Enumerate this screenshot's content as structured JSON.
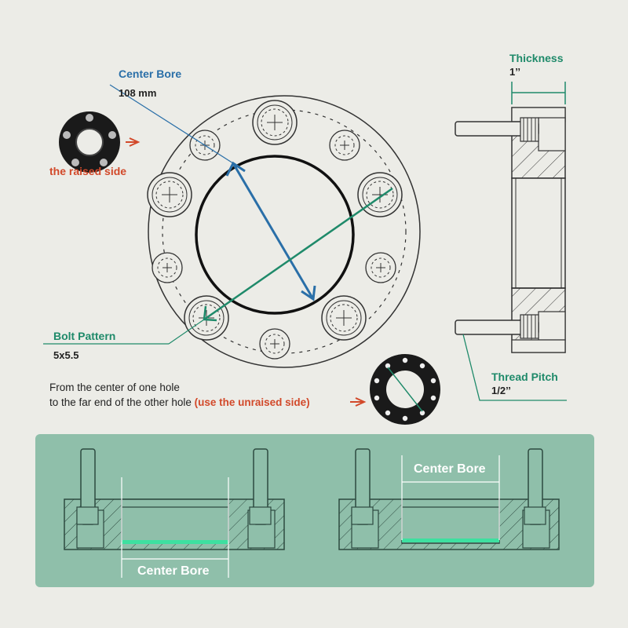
{
  "colors": {
    "background": "#ecece7",
    "center_bore": "#2a6fa8",
    "bolt_pattern": "#1f8a6a",
    "thread_pitch": "#1f8a6a",
    "thickness": "#1f8a6a",
    "raised_side": "#d2492a",
    "panel": "#8fbfaa",
    "highlight": "#3ee0a0"
  },
  "center_bore": {
    "label": "Center Bore",
    "value": "108 mm"
  },
  "bolt_pattern": {
    "label": "Bolt Pattern",
    "value": "5x5.5"
  },
  "thickness": {
    "label": "Thickness",
    "value": "1’’"
  },
  "thread_pitch": {
    "label": "Thread Pitch",
    "value": "1/2’’"
  },
  "raised_side": {
    "label": "the raised side"
  },
  "measurement_note": {
    "line1": "From the center of one hole",
    "line2_prefix": "to the far end of the other hole ",
    "line2_highlight": "(use the unraised side)"
  },
  "bottom_panel": {
    "left_label": "Center Bore",
    "right_label": "Center Bore"
  }
}
